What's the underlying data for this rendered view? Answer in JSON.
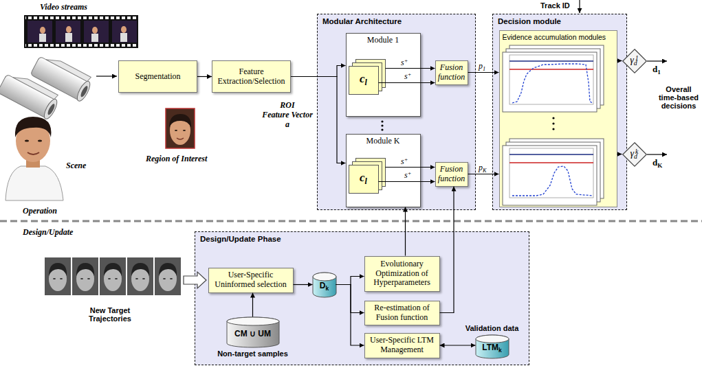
{
  "diagram": {
    "nodes": [
      {
        "text": [
          "Segmentation"
        ]
      },
      {
        "text": [
          "Feature Extraction/Selection"
        ]
      },
      {
        "text": [
          "Modular Architecture"
        ]
      },
      {
        "text": [
          "Module 1"
        ],
        "in": 2
      },
      {
        "text": [
          "cl"
        ],
        "in": 3
      },
      {
        "text": [
          "Fusion function"
        ],
        "in": 2
      },
      {
        "text": [
          "Module K"
        ],
        "in": 2
      },
      {
        "text": [
          "cl"
        ],
        "in": 6
      },
      {
        "text": [
          "Fusion function"
        ],
        "in": 2
      },
      {
        "text": [
          "Decision module"
        ]
      },
      {
        "text": [
          "Evidence accumulation modules"
        ],
        "in": 9
      },
      {
        "text": [
          "γd1"
        ],
        "in": 9
      },
      {
        "text": [
          "γdk"
        ],
        "in": 9
      },
      {
        "text": [
          "Design/Update Phase"
        ]
      },
      {
        "text": [
          "User-Specific Uninformed selection"
        ],
        "in": 13
      },
      {
        "text": [
          "Dk"
        ],
        "in": 13
      },
      {
        "text": [
          "Evolutionary Optimization of Hyperparameters"
        ],
        "in": 13
      },
      {
        "text": [
          "Re-estimation of Fusion function"
        ],
        "in": 13
      },
      {
        "text": [
          "User-Specific LTM Management"
        ],
        "in": 13
      },
      {
        "text": [
          "LTMk",
          "Validation data"
        ],
        "in": 13
      },
      {
        "text": [
          "CM ∪ UM",
          "Non-target samples"
        ],
        "in": 13
      }
    ],
    "edges": [
      {
        "from": 0,
        "to": 1,
        "arrow": "to"
      },
      {
        "from": 1,
        "to": 3,
        "arrow": "to"
      },
      {
        "from": 1,
        "to": 6,
        "arrow": "to"
      },
      {
        "from": 4,
        "to": 5,
        "arrow": "to",
        "label": "s+"
      },
      {
        "from": 4,
        "to": 5,
        "arrow": "to",
        "label": "s+"
      },
      {
        "from": 7,
        "to": 8,
        "arrow": "to",
        "label": "s+"
      },
      {
        "from": 7,
        "to": 8,
        "arrow": "to",
        "label": "s+"
      },
      {
        "from": 5,
        "to": 10,
        "arrow": "to",
        "label": "p1"
      },
      {
        "from": 8,
        "to": 10,
        "arrow": "to",
        "label": "pK"
      },
      {
        "from": 10,
        "to": 11,
        "arrow": "to"
      },
      {
        "from": 10,
        "to": 12,
        "arrow": "to"
      },
      {
        "from": 20,
        "to": 14,
        "arrow": "to"
      },
      {
        "from": 14,
        "to": 15,
        "arrow": "to"
      },
      {
        "from": 15,
        "to": 16,
        "arrow": "to"
      },
      {
        "from": 15,
        "to": 17,
        "arrow": "to"
      },
      {
        "from": 15,
        "to": 18,
        "arrow": "to"
      },
      {
        "from": 18,
        "to": 19,
        "arrow": "both"
      },
      {
        "from": 16,
        "to": 6,
        "arrow": "to"
      },
      {
        "from": 17,
        "to": 8,
        "arrow": "to"
      }
    ],
    "labels": [
      "Video streams",
      "Scene",
      "Operation",
      "Design/Update",
      "Region of Interest",
      "ROI",
      "Feature Vector",
      "a",
      "Track ID",
      "d1",
      "dK",
      "Overall time-based decisions",
      "New Target Trajectories"
    ]
  }
}
